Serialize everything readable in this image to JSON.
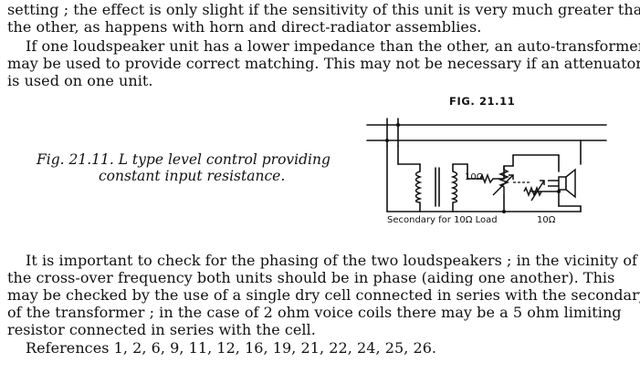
{
  "text": {
    "lines_top": [
      "setting ;  the effect is only slight if the sensitivity of this unit is very much greater than",
      "the other, as happens with horn and direct-radiator assemblies.",
      "If one loudspeaker unit has a lower impedance than the other, an auto-transformer",
      "may be used to provide correct matching.   This may not be necessary if an attenuator",
      "is used on one unit."
    ],
    "lines_bottom": [
      "It is important to check for the phasing of the two loudspeakers ;  in the vicinity of",
      "the cross-over frequency both units should be in phase (aiding one another).   This",
      "may be checked by the use of a single dry cell connected in series with the secondary",
      "of the transformer ;  in the case of 2 ohm voice coils there may be a 5 ohm limiting",
      "resistor connected in series with the cell.",
      "References 1, 2, 6, 9, 11, 12, 16, 19, 21, 22, 24, 25, 26."
    ]
  },
  "figure": {
    "id": "FIG. 21.11",
    "caption_line1": "Fig. 21.11.   L type level control providing",
    "caption_line2": "constant input resistance.",
    "label_resistor_top": "10Ω",
    "label_secondary": "Secondary  for  10Ω  Load",
    "label_resistor_bottom": "10Ω"
  }
}
